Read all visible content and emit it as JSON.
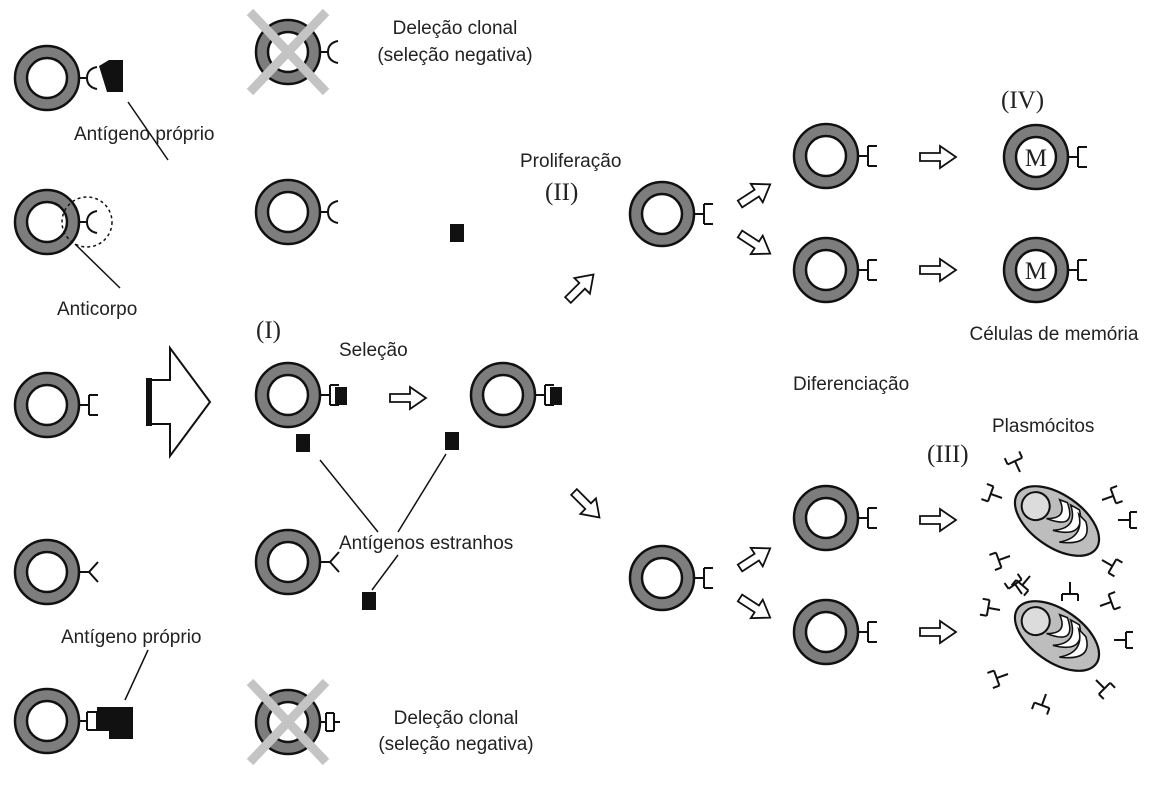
{
  "labels": {
    "proprio_top": "Antígeno próprio",
    "delecao_top_1": "Deleção clonal",
    "delecao_top_2": "(seleção negativa)",
    "anticorpo": "Anticorpo",
    "proliferacao": "Proliferação",
    "selecao": "Seleção",
    "estranhos": "Antígenos estranhos",
    "proprio_bottom": "Antígeno próprio",
    "delecao_bottom_1": "Deleção clonal",
    "delecao_bottom_2": "(seleção negativa)",
    "diferenciacao": "Diferenciação",
    "memoria": "Células de memória",
    "plasmocitos": "Plasmócitos",
    "memory_cell_letter": "M"
  },
  "markers": {
    "I": "(I)",
    "II": "(II)",
    "III": "(III)",
    "IV": "(IV)"
  },
  "colors": {
    "cell_ring": "#7d7d7d",
    "plasma_body": "#bdbdbd",
    "plasma_nucleus": "#dcdcdc",
    "cross": "#c4c4c4",
    "stroke": "#111111"
  }
}
